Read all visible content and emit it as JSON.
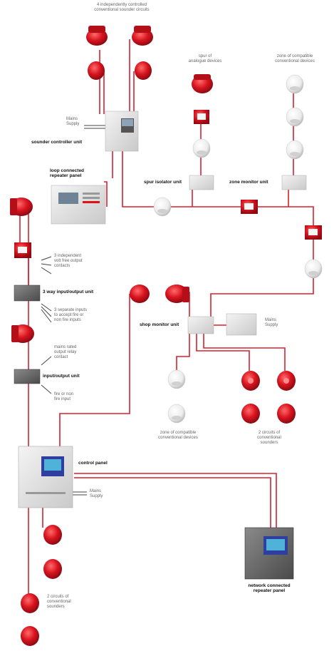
{
  "labels": {
    "sounder_circuits_top": "4 independently controlled\nconventional sounder circuits",
    "mains_supply_sounder": "Mains\nSupply",
    "sounder_controller": "sounder controller unit",
    "loop_repeater": "loop connected\nrepeater panel",
    "spur_analogue": "spur of\nanalogue devices",
    "zone_conventional_top": "zone of compatible\nconventional devices",
    "spur_isolator": "spur isolator unit",
    "zone_monitor": "zone monitor unit",
    "volt_free_outputs": "3 independent\nvolt free output\ncontacts",
    "three_way_io": "3 way input/output unit",
    "separate_inputs": "3 separate inputs\nto accept fire or\nnon fire inputs",
    "shop_monitor": "shop monitor unit",
    "mains_supply_shop": "Mains\nSupply",
    "mains_relay": "mains rated\noutput relay\ncontact",
    "io_unit": "input/output unit",
    "fire_nonfire": "fire or non\nfire input",
    "zone_conventional_bottom": "zone of compatible\nconventional devices",
    "circuits_sounders_right": "2 circuits of\nconventional\nsounders",
    "control_panel": "control panel",
    "mains_supply_control": "Mains\nSupply",
    "network_repeater": "network connected\nrepeater panel",
    "circuits_sounders_left": "2 circuits of\nconventional\nsounders"
  },
  "colors": {
    "wire": "#d8202e",
    "device_red": "#d9141f",
    "device_dark": "#9e0b13",
    "panel_grey": "#d7d7d7",
    "detector_white": "#f2f2f2",
    "label_grey": "#666666",
    "label_dark": "#111111"
  }
}
